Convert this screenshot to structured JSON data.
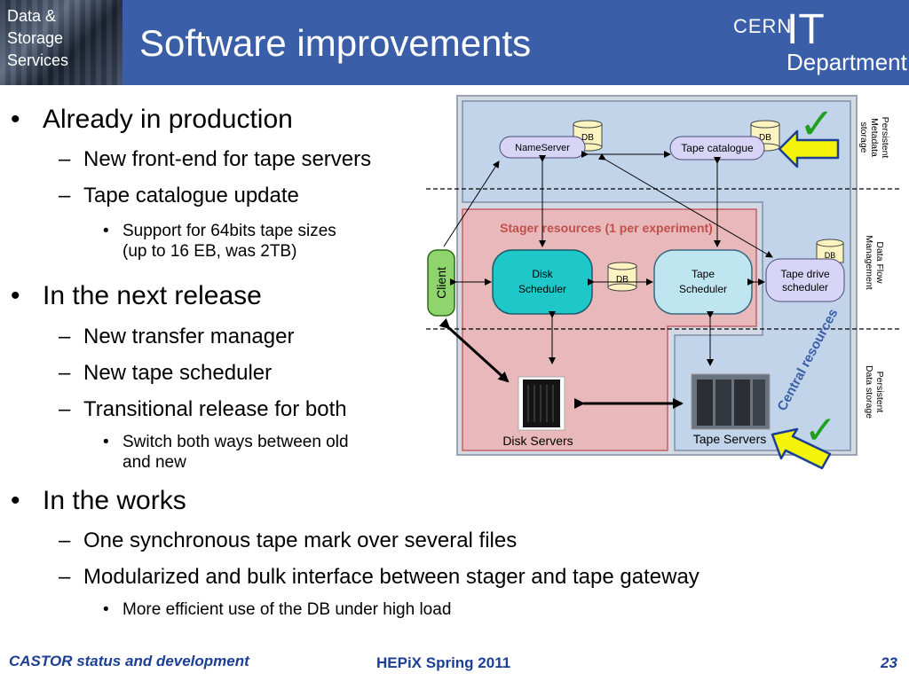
{
  "header": {
    "logo_text": "Data &\nStorage\nServices",
    "title": "Software improvements",
    "cern_logo": {
      "line1": "CERN",
      "line2": "IT",
      "line3": "Department"
    }
  },
  "bullets": [
    {
      "level": 1,
      "text": "Already in production"
    },
    {
      "level": 2,
      "text": "New front-end for tape servers"
    },
    {
      "level": 2,
      "text": "Tape catalogue update"
    },
    {
      "level": 3,
      "text": "Support for 64bits tape sizes\n(up to 16 EB, was 2TB)"
    },
    {
      "level": 1,
      "text": "In the next release"
    },
    {
      "level": 2,
      "text": "New transfer manager"
    },
    {
      "level": 2,
      "text": "New tape scheduler"
    },
    {
      "level": 2,
      "text": "Transitional release for both"
    },
    {
      "level": 3,
      "text": "Switch both ways between old\nand new"
    },
    {
      "level": 1,
      "text": "In the works"
    },
    {
      "level": 2,
      "text": "One synchronous tape mark over several files"
    },
    {
      "level": 2,
      "text": "Modularized and bulk interface between stager and tape gateway"
    },
    {
      "level": 3,
      "text": "More efficient use of the DB under high load"
    }
  ],
  "markers": {
    "level1": "•",
    "level2": "–",
    "level3": "•"
  },
  "diagram": {
    "nameserver": "NameServer",
    "tape_catalogue": "Tape catalogue",
    "db": "DB",
    "stager_resources": "Stager resources (1 per experiment)",
    "client": "Client",
    "disk_scheduler": "Disk\nScheduler",
    "tape_scheduler": "Tape\nScheduler",
    "tape_drive_scheduler": "Tape drive\nscheduler",
    "disk_servers": "Disk Servers",
    "tape_servers": "Tape Servers",
    "central_resources": "Central resources",
    "side_persistent_metadata": "Persistent\nMetadata\nstorage",
    "side_data_flow": "Data Flow\nManagement",
    "side_persistent_data": "Persistent\nData storage",
    "checkmark": "✓"
  },
  "colors": {
    "header_blue": "#3a5ea8",
    "footer_blue": "#1c3f94",
    "central_bg": "#c2d4ea",
    "stager_bg": "#e8b8ba",
    "stager_title": "#c0504d",
    "client_green": "#8fd46c",
    "disk_scheduler": "#1ec8c8",
    "tape_scheduler": "#bfe6f0",
    "lavender": "#d8d4f6",
    "check_green": "#1fa01f",
    "arrow_yellow": "#f4f40a",
    "central_text": "#3a5ea8"
  },
  "footer": {
    "left": "CASTOR status and development",
    "center": "HEPiX Spring 2011",
    "page_number": "23"
  }
}
